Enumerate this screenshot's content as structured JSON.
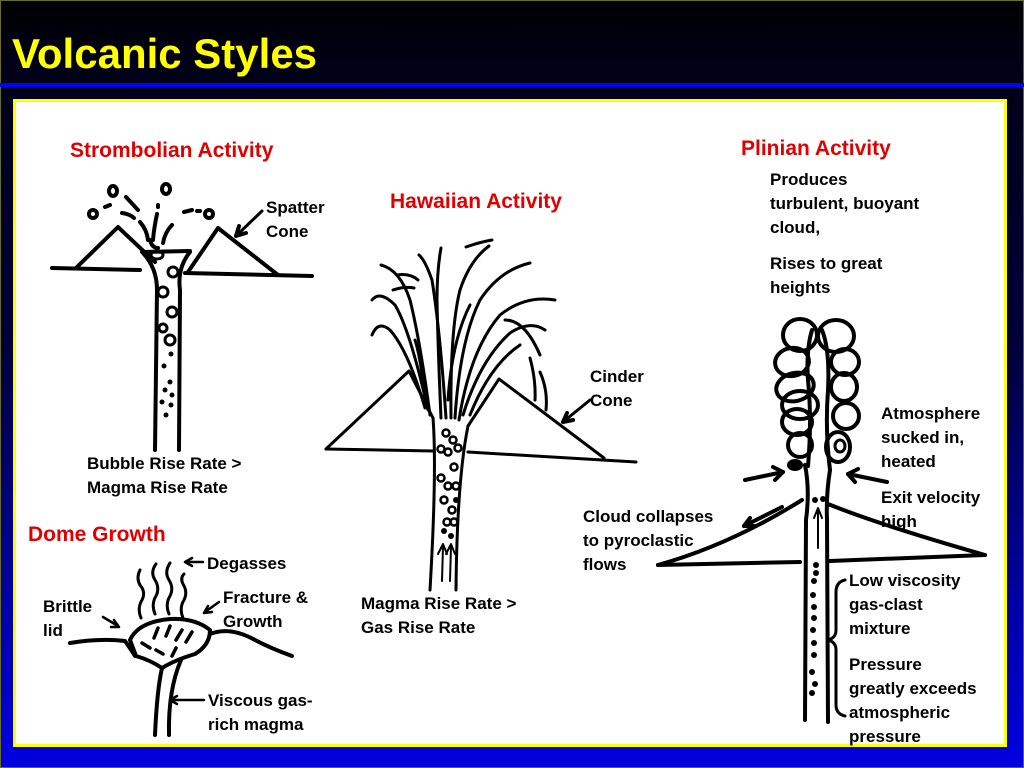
{
  "slide": {
    "title": "Volcanic Styles",
    "colors": {
      "title": "#ffff00",
      "heading": "#e00000",
      "panel_border": "#ffff00",
      "rule": "#0000ff"
    }
  },
  "strombolian": {
    "heading": "Strombolian Activity",
    "label_spatter_1": "Spatter",
    "label_spatter_2": "Cone",
    "caption_1": "Bubble Rise Rate >",
    "caption_2": "Magma Rise Rate"
  },
  "hawaiian": {
    "heading": "Hawaiian Activity",
    "label_cinder_1": "Cinder",
    "label_cinder_2": "Cone",
    "caption_1": "Magma Rise Rate >",
    "caption_2": "Gas Rise Rate"
  },
  "plinian": {
    "heading": "Plinian Activity",
    "desc_1a": "Produces",
    "desc_1b": "turbulent, buoyant",
    "desc_1c": "cloud,",
    "desc_2a": "Rises to great",
    "desc_2b": "heights",
    "atm_1": "Atmosphere",
    "atm_2": "sucked in,",
    "atm_3": "heated",
    "exit_1": "Exit velocity",
    "exit_2": "high",
    "collapse_1": "Cloud collapses",
    "collapse_2": "to pyroclastic",
    "collapse_3": "flows",
    "lowvisc_1": "Low viscosity",
    "lowvisc_2": "gas-clast",
    "lowvisc_3": "mixture",
    "pressure_1": "Pressure",
    "pressure_2": "greatly exceeds",
    "pressure_3": "atmospheric",
    "pressure_4": "pressure"
  },
  "dome": {
    "heading": "Dome Growth",
    "degasses": "Degasses",
    "fracture_1": "Fracture &",
    "fracture_2": "Growth",
    "brittle_1": "Brittle",
    "brittle_2": "lid",
    "viscous_1": "Viscous gas-",
    "viscous_2": "rich magma"
  }
}
